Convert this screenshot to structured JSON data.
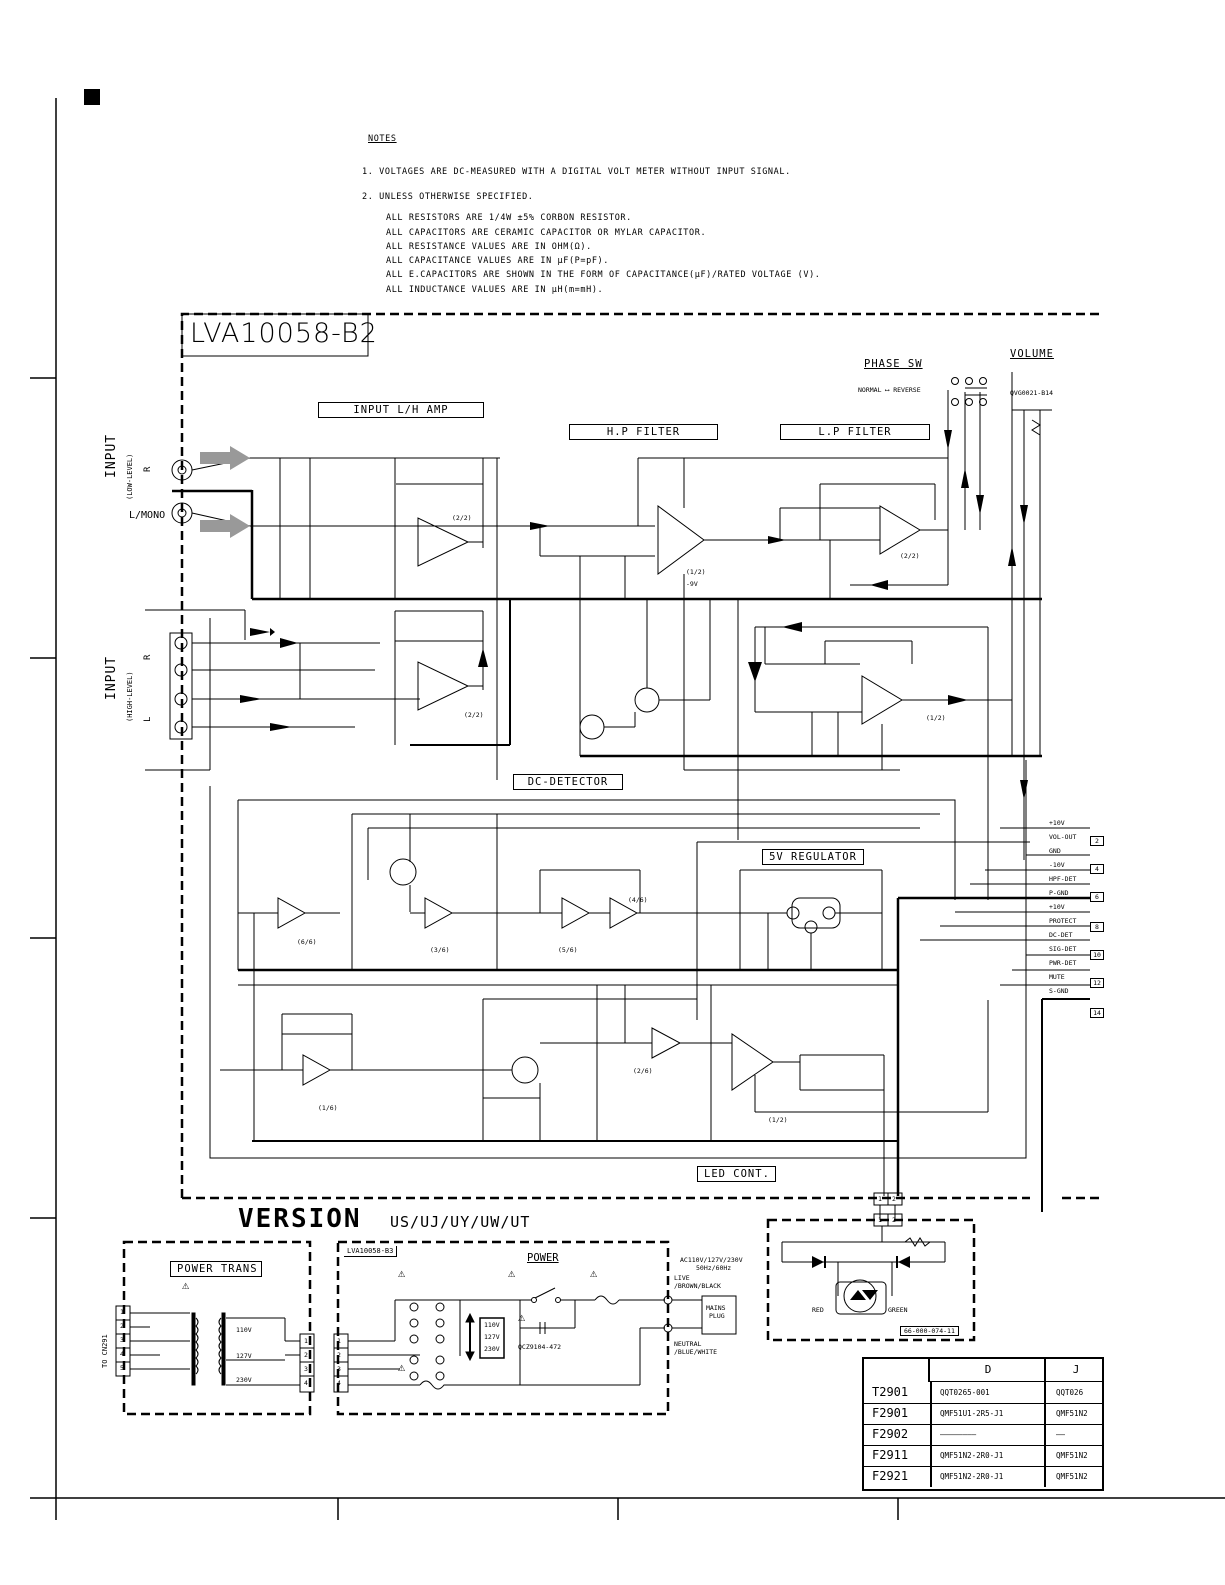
{
  "notes": {
    "heading": "NOTES",
    "line1": "1. VOLTAGES ARE DC-MEASURED WITH A DIGITAL VOLT METER WITHOUT INPUT SIGNAL.",
    "line2": "2. UNLESS OTHERWISE SPECIFIED.",
    "sub": [
      "ALL RESISTORS ARE 1/4W ±5% CORBON RESISTOR.",
      "ALL CAPACITORS ARE CERAMIC CAPACITOR OR MYLAR CAPACITOR.",
      "ALL RESISTANCE VALUES ARE IN OHM(Ω).",
      "ALL CAPACITANCE VALUES ARE IN μF(P=pF).",
      "ALL E.CAPACITORS ARE SHOWN IN THE FORM OF CAPACITANCE(μF)/RATED VOLTAGE (V).",
      "ALL INDUCTANCE VALUES ARE IN μH(m=mH)."
    ]
  },
  "board": {
    "name": "LVA10058-B2"
  },
  "blocks": {
    "input_amp": "INPUT L/H AMP",
    "hp_filter": "H.P FILTER",
    "lp_filter": "L.P FILTER",
    "phase_sw": "PHASE SW",
    "phase_sw_sub": "NORMAL ⟷ REVERSE",
    "volume": "VOLUME",
    "volume_part": "QVG0021-B14",
    "dc_detector": "DC-DETECTOR",
    "regulator": "5V REGULATOR",
    "led_cont": "LED CONT."
  },
  "inputs": {
    "low_title": "INPUT",
    "low_sub": "(LOW-LEVEL)",
    "low_r": "R",
    "lmono": "L/MONO",
    "high_title": "INPUT",
    "high_sub": "(HIGH-LEVEL)",
    "high_r": "R",
    "high_l": "L"
  },
  "opamp_labels": {
    "a1": "(2/2)",
    "a2": "(2/2)",
    "hp": "(1/2)",
    "lp": "(2/2)",
    "out": "(1/2)",
    "neg9v": "-9V",
    "inv1": "(6/6)",
    "inv2": "(3/6)",
    "inv3": "(5/6)",
    "inv4": "(4/6)",
    "inv5": "(1/6)",
    "inv6": "(2/6)",
    "comp": "(1/2)"
  },
  "connector": {
    "pins": [
      {
        "label": "+10V",
        "num": ""
      },
      {
        "label": "VOL-OUT",
        "num": "2"
      },
      {
        "label": "GND",
        "num": ""
      },
      {
        "label": "-10V",
        "num": "4"
      },
      {
        "label": "HPF-DET",
        "num": ""
      },
      {
        "label": "P-GND",
        "num": "6"
      },
      {
        "label": "+10V",
        "num": ""
      },
      {
        "label": "PROTECT",
        "num": "8"
      },
      {
        "label": "DC-DET",
        "num": ""
      },
      {
        "label": "SIG-DET",
        "num": "10"
      },
      {
        "label": "PWR-DET",
        "num": ""
      },
      {
        "label": "MUTE",
        "num": "12"
      },
      {
        "label": "S-GND",
        "num": ""
      },
      {
        "label": "",
        "num": "14"
      }
    ]
  },
  "version": {
    "title": "VERSION",
    "codes": "US/UJ/UY/UW/UT"
  },
  "power_trans": {
    "label": "POWER TRANS",
    "to_label": "TO CN291",
    "pins": [
      "1",
      "2",
      "3",
      "4",
      "5"
    ],
    "taps": [
      "110V",
      "127V",
      "230V"
    ],
    "out_pins": [
      "1",
      "2",
      "3",
      "4"
    ]
  },
  "power_board": {
    "name": "LVA10058-B3",
    "power": "POWER",
    "ac": "AC110V/127V/230V",
    "hz": "50Hz/60Hz",
    "live": "LIVE",
    "live_color": "/BROWN/BLACK",
    "neutral": "NEUTRAL",
    "neutral_color": "/BLUE/WHITE",
    "mains": "MAINS",
    "plug": "PLUG",
    "selector": [
      "110V",
      "127V",
      "230V"
    ],
    "cap": "QCZ9104-472",
    "in_pins": [
      "1",
      "2",
      "3",
      "4"
    ]
  },
  "led_board": {
    "red": "RED",
    "green": "GREEN",
    "part": "66-000-074-11",
    "pins": [
      "1",
      "2"
    ]
  },
  "parts_table": {
    "headers": [
      "",
      "D",
      "J"
    ],
    "rows": [
      {
        "ref": "T2901",
        "d": "QQT0265-001",
        "j": "QQT026"
      },
      {
        "ref": "F2901",
        "d": "QMF51U1-2R5-J1",
        "j": "QMF51N2"
      },
      {
        "ref": "F2902",
        "d": "————————",
        "j": "——"
      },
      {
        "ref": "F2911",
        "d": "QMF51N2-2R0-J1",
        "j": "QMF51N2"
      },
      {
        "ref": "F2921",
        "d": "QMF51N2-2R0-J1",
        "j": "QMF51N2"
      }
    ]
  }
}
